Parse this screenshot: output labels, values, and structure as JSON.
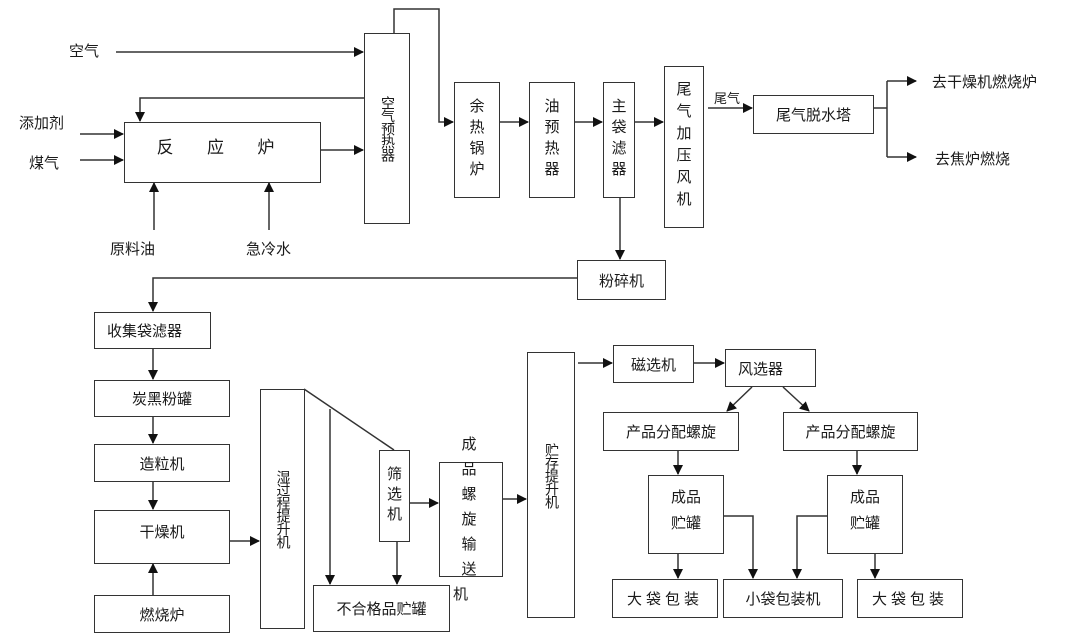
{
  "diagram": {
    "inputs": {
      "air": "空气",
      "additive": "添加剂",
      "coal_gas": "煤气",
      "feed_oil": "原料油",
      "quench_water": "急冷水"
    },
    "nodes": {
      "reactor": "反 应 炉",
      "air_preheater": "空气预热器",
      "waste_heat_boiler": "余热锅炉",
      "oil_preheater": "油预热器",
      "main_bag_filter": "主袋滤器",
      "tail_gas_blower": "尾气加压风机",
      "tail_gas_dewatering_tower": "尾气脱水塔",
      "pulverizer": "粉碎机",
      "collecting_bag_filter": "收集袋滤器",
      "carbon_black_powder_tank": "炭黑粉罐",
      "pelletizer": "造粒机",
      "dryer": "干燥机",
      "combustion_furnace": "燃烧炉",
      "wet_process_elevator": "湿过程提升机",
      "screener": "筛选机",
      "product_screw_conveyor": "成品螺旋输送机",
      "product_screw_conveyor_lines": [
        "成品",
        "螺旋",
        "输送",
        "机"
      ],
      "reject_tank": "不合格品贮罐",
      "storage_elevator": "贮存提升机",
      "magnetic_separator": "磁选机",
      "air_classifier": "风选器",
      "distribution_screw_left": "产品分配螺旋",
      "distribution_screw_right": "产品分配螺旋",
      "product_tank_left_lines": [
        "成品",
        "贮罐"
      ],
      "product_tank_right_lines": [
        "成品",
        "贮罐"
      ],
      "big_bag_left": "大袋包装",
      "small_bag_packer": "小袋包装机",
      "big_bag_right": "大袋包装"
    },
    "edge_labels": {
      "tail_gas": "尾气"
    },
    "outputs": {
      "to_dryer_furnace": "去干燥机燃烧炉",
      "to_coke_oven": "去焦炉燃烧"
    }
  }
}
